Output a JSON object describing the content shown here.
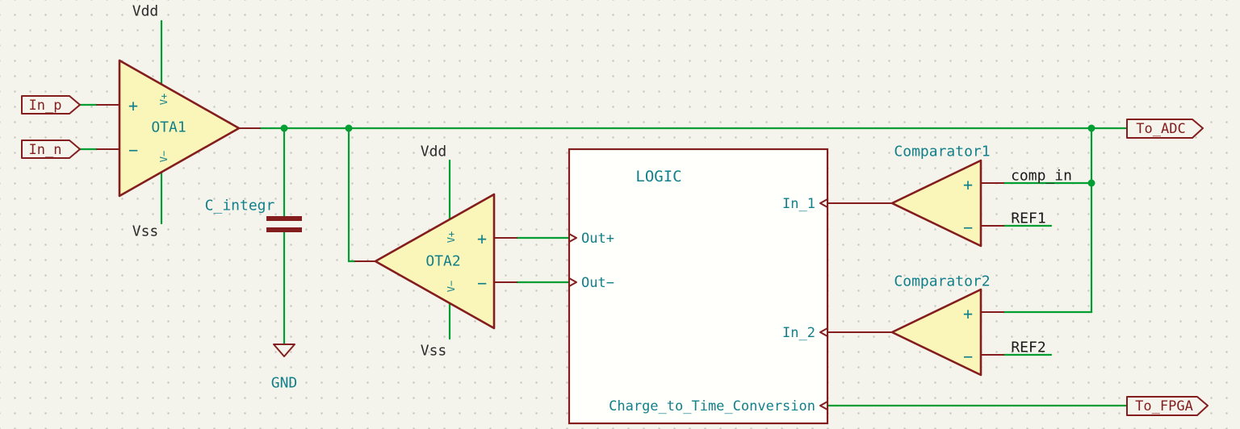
{
  "schematic": {
    "colors": {
      "background": "#F4F3EC",
      "grid_dot": "#C7C6BD",
      "wire": "#009E33",
      "symbol_outline": "#841D1D",
      "symbol_fill": "#FAF6B9",
      "label_teal": "#12808A",
      "net_text": "#1A1A1A",
      "power_text": "#2B2B2B"
    },
    "ports": {
      "in_p": "In_p",
      "in_n": "In_n",
      "to_adc": "To_ADC",
      "to_fpga": "To_FPGA"
    },
    "power": {
      "vdd1": "Vdd",
      "vss1": "Vss",
      "vdd2": "Vdd",
      "vss2": "Vss",
      "gnd": "GND"
    },
    "ota1": {
      "name": "OTA1",
      "in_plus": "+",
      "in_minus": "−",
      "v_plus": "V+",
      "v_minus": "V−"
    },
    "ota2": {
      "name": "OTA2",
      "in_plus": "+",
      "in_minus": "−",
      "v_plus": "V+",
      "v_minus": "V−"
    },
    "cap": {
      "name": "C_integr"
    },
    "logic": {
      "name": "LOGIC",
      "pin_out_plus": "Out+",
      "pin_out_minus": "Out−",
      "pin_in1": "In_1",
      "pin_in2": "In_2",
      "pin_bottom": "Charge_to_Time_Conversion"
    },
    "comp1": {
      "name": "Comparator1",
      "plus": "+",
      "minus": "−"
    },
    "comp2": {
      "name": "Comparator2",
      "plus": "+",
      "minus": "−"
    },
    "nets": {
      "comp_in": "comp_in",
      "ref1": "REF1",
      "ref2": "REF2"
    }
  }
}
